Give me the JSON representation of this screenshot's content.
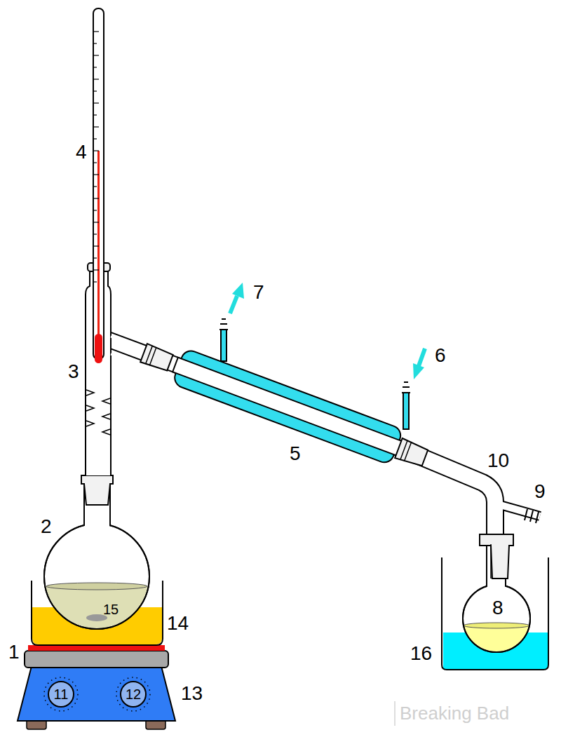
{
  "diagram": {
    "labels": [
      "4",
      "7",
      "3",
      "6",
      "5",
      "10",
      "9",
      "2",
      "15",
      "8",
      "14",
      "1",
      "16",
      "11",
      "12",
      "13",
      "Breaking Bad"
    ]
  }
}
